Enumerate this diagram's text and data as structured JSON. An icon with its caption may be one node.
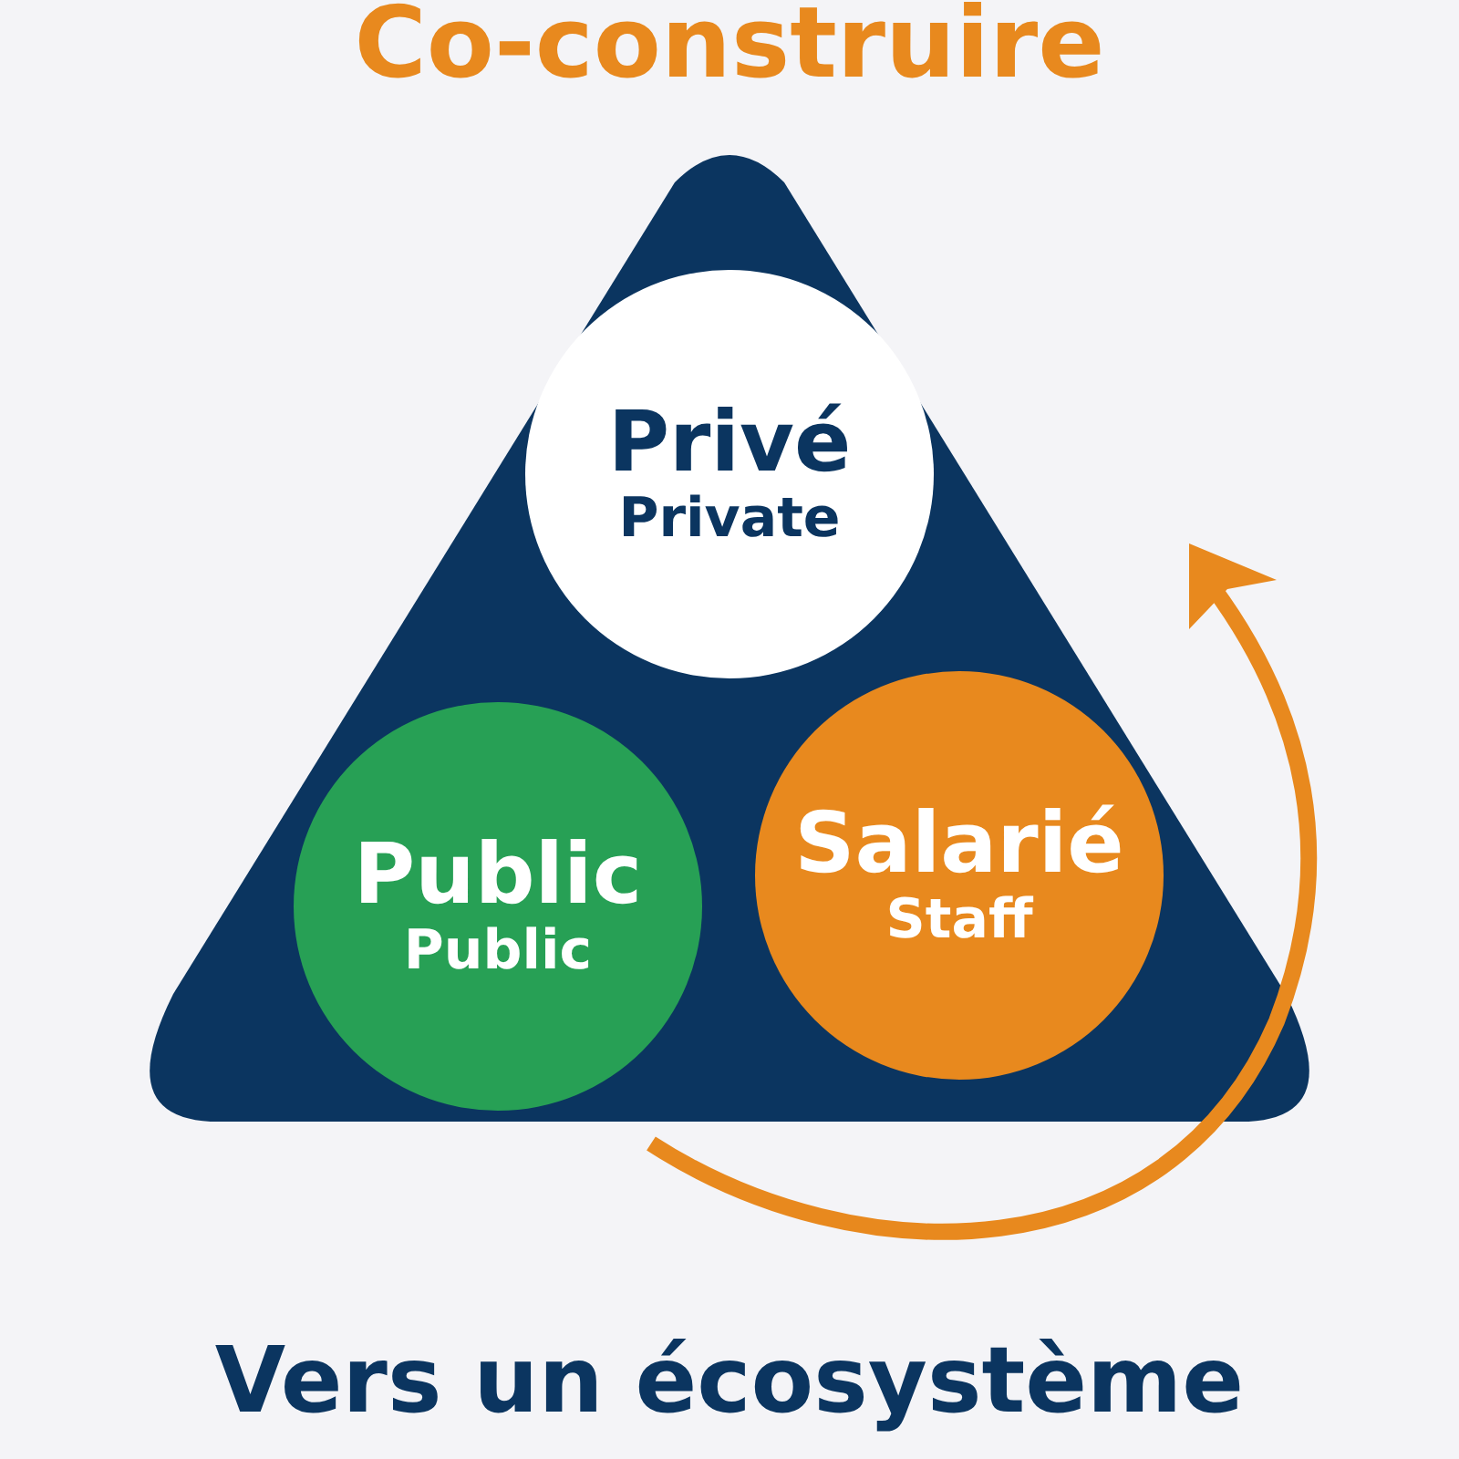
{
  "diagram": {
    "title": "Co-construire",
    "nodes": [
      {
        "text": [],
        "shape": "triangle"
      },
      {
        "text": [
          "Privé",
          "Private"
        ],
        "in": 0
      },
      {
        "text": [
          "Public",
          "Public"
        ],
        "in": 0
      },
      {
        "text": [
          "Salarié",
          "Staff"
        ],
        "in": 0
      }
    ],
    "caption": "Vers un écosystème"
  }
}
